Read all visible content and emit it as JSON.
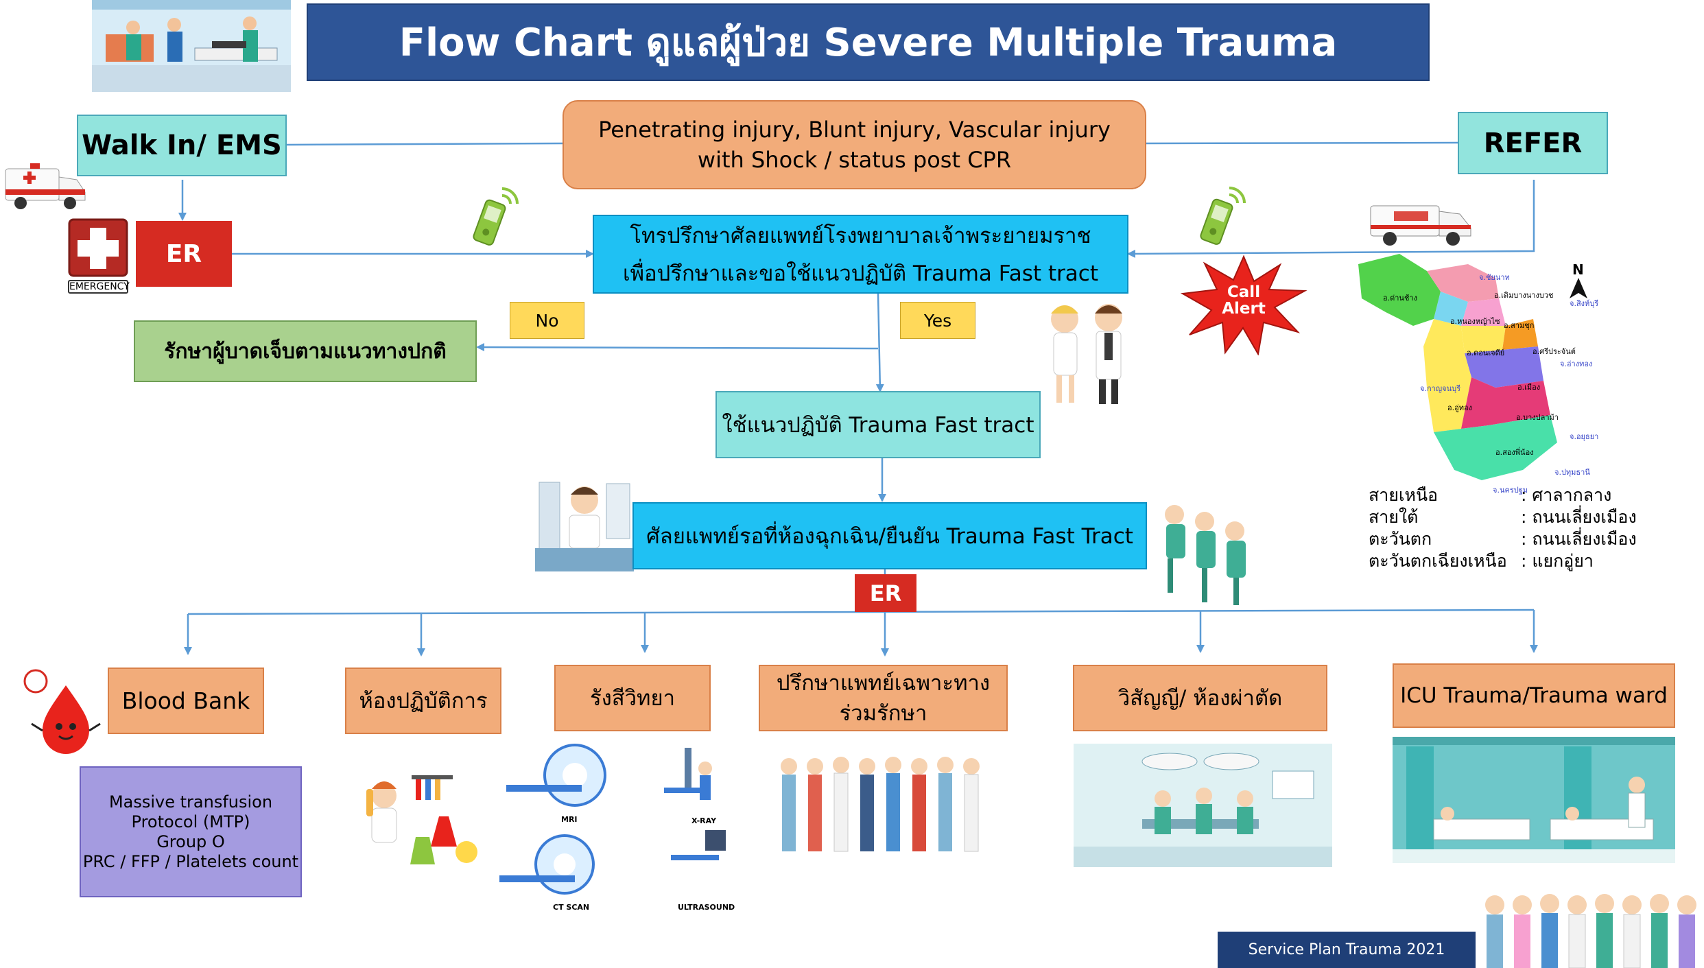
{
  "title": "Flow Chart ดูแลผู้ป่วย Severe Multiple Trauma",
  "entry": {
    "walk_in": "Walk In/ EMS",
    "refer": "REFER",
    "er": "ER",
    "criteria_line1": "Penetrating injury, Blunt injury,  Vascular injury",
    "criteria_line2": "with Shock / status post CPR"
  },
  "consult": {
    "line1": "โทรปรึกษาศัลยแพทย์โรงพยาบาลเจ้าพระยายมราช",
    "line2": "เพื่อปรึกษาและขอใช้แนวปฏิบัติ Trauma Fast tract"
  },
  "decision": {
    "no_label": "No",
    "yes_label": "Yes",
    "normal_care": "รักษาผู้บาดเจ็บตามแนวทางปกติ",
    "fast_tract": "ใช้แนวปฏิบัติ Trauma Fast tract",
    "surgeon_wait": "ศัลยแพทย์รอที่ห้องฉุกเฉิน/ยืนยัน Trauma Fast Tract",
    "er_label": "ER"
  },
  "call_alert": {
    "line1": "Call",
    "line2": "Alert"
  },
  "emergency_sign": "EMERGENCY",
  "departments": [
    {
      "label": "Blood Bank"
    },
    {
      "label": "ห้องปฏิบัติการ"
    },
    {
      "label": "รังสีวิทยา"
    },
    {
      "label_line1": "ปรึกษาแพทย์เฉพาะทาง",
      "label_line2": "ร่วมรักษา"
    },
    {
      "label": "วิสัญญี/ ห้องผ่าตัด"
    },
    {
      "label": "ICU Trauma/Trauma ward"
    }
  ],
  "mtp": {
    "line1": "Massive transfusion",
    "line2": "Protocol (MTP)",
    "line3": "Group O",
    "line4": "PRC / FFP / Platelets count"
  },
  "radiology_labels": [
    "MRI",
    "X-RAY",
    "CT SCAN",
    "ULTRASOUND"
  ],
  "map": {
    "north_label": "N",
    "districts": [
      "อ.ด่านช้าง",
      "อ.เดิมบางนางบวช",
      "อ.หนองหญ้าไซ",
      "อ.สามชุก",
      "อ.ดอนเจดีย์",
      "อ.ศรีประจันต์",
      "อ.เมือง",
      "อ.อู่ทอง",
      "อ.บางปลาม้า",
      "อ.สองพี่น้อง"
    ],
    "provinces": [
      "จ.ชัยนาท",
      "จ.สิงห์บุรี",
      "จ.อ่างทอง",
      "จ.กาญจนบุรี",
      "จ.อยุธยา",
      "จ.ปทุมธานี",
      "จ.นครปฐม"
    ]
  },
  "legend": [
    {
      "direction": "สายเหนือ",
      "place": ": ศาลากลาง"
    },
    {
      "direction": "สายใต้",
      "place": ": ถนนเลี่ยงเมือง"
    },
    {
      "direction": "ตะวันตก",
      "place": ": ถนนเลี่ยงเมือง"
    },
    {
      "direction": "ตะวันตกเฉียงเหนือ",
      "place": ": แยกอู่ยา"
    }
  ],
  "footer": "Service Plan Trauma 2021",
  "colors": {
    "title_bg": "#2e5597",
    "teal": "#92e4dd",
    "er_red": "#d62b22",
    "peach": "#f2ac7a",
    "cyan": "#1fc1f3",
    "green": "#a9d18e",
    "yellow": "#ffd95a",
    "lavender": "#a49be0",
    "connector": "#5b9bd5"
  }
}
